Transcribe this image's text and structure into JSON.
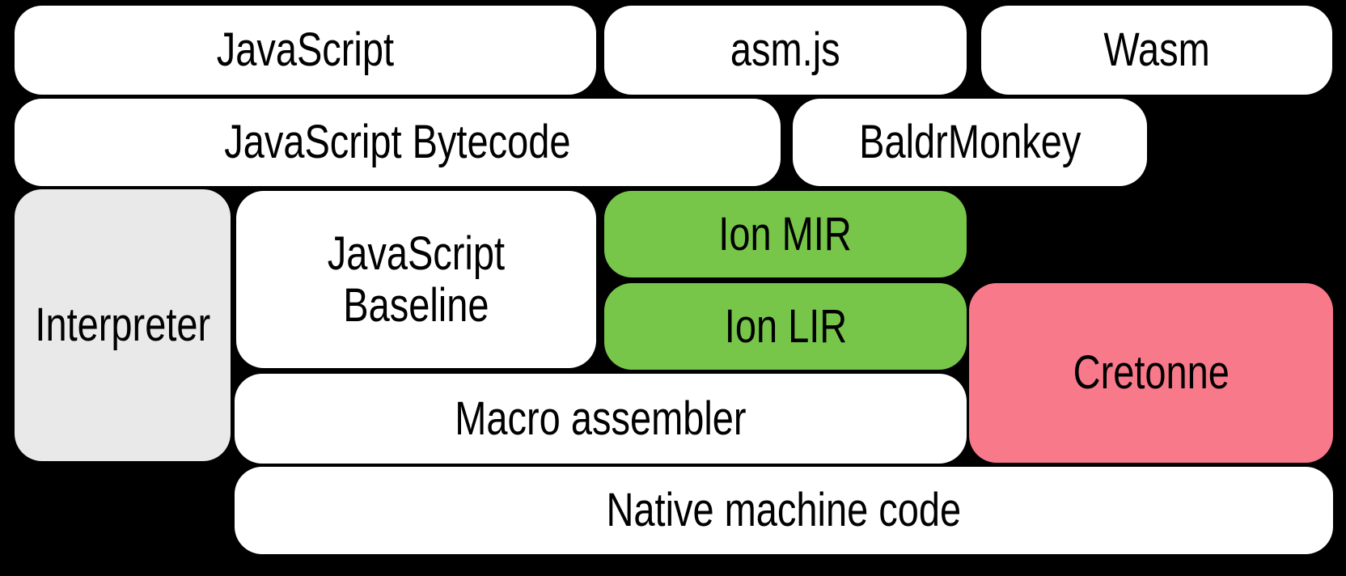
{
  "diagram": {
    "title": "SpiderMonkey compiler pipeline diagram",
    "background_color": "#000000",
    "text_color": "#000000",
    "colors": {
      "box_white": "#FFFFFF",
      "box_gray": "#E9E9E9",
      "box_green": "#77C64A",
      "box_pink": "#F8798A"
    },
    "nodes": {
      "javascript": {
        "label": "JavaScript",
        "fill": "#FFFFFF"
      },
      "asmjs": {
        "label": "asm.js",
        "fill": "#FFFFFF"
      },
      "wasm": {
        "label": "Wasm",
        "fill": "#FFFFFF"
      },
      "js_bytecode": {
        "label": "JavaScript Bytecode",
        "fill": "#FFFFFF"
      },
      "baldrmonkey": {
        "label": "BaldrMonkey",
        "fill": "#FFFFFF"
      },
      "interpreter": {
        "label": "Interpreter",
        "fill": "#E9E9E9"
      },
      "js_baseline": {
        "label": "JavaScript\nBaseline",
        "fill": "#FFFFFF"
      },
      "ion_mir": {
        "label": "Ion MIR",
        "fill": "#77C64A"
      },
      "ion_lir": {
        "label": "Ion LIR",
        "fill": "#77C64A"
      },
      "cretonne": {
        "label": "Cretonne",
        "fill": "#F8798A"
      },
      "macro_assembler": {
        "label": "Macro assembler",
        "fill": "#FFFFFF"
      },
      "native_machine_code": {
        "label": "Native machine code",
        "fill": "#FFFFFF"
      }
    }
  }
}
